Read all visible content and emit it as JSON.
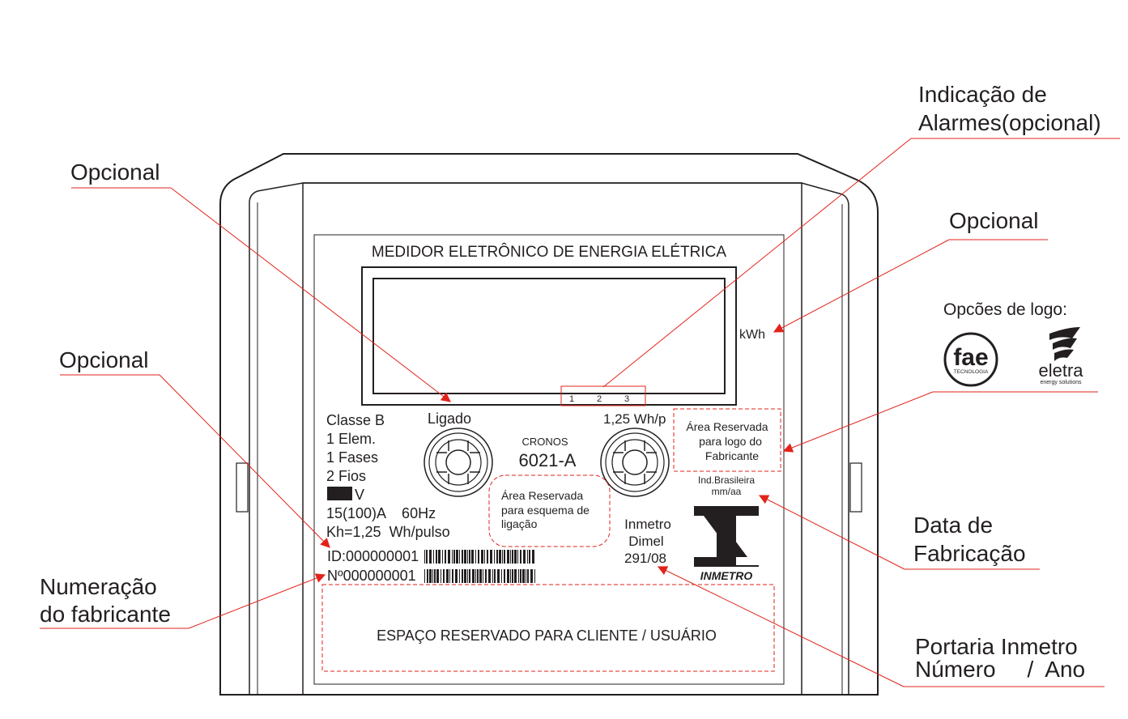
{
  "meter": {
    "title": "MEDIDOR ELETRÔNICO DE ENERGIA ELÉTRICA",
    "unit": "kWh",
    "alarm_numbers": [
      "1",
      "2",
      "3"
    ],
    "ligado_label": "Ligado",
    "pulse_label": "1,25 Wh/p",
    "specs": [
      "Classe B",
      "1 Elem.",
      "1 Fases",
      "2 Fios"
    ],
    "voltage_suffix": "V",
    "current_freq": "15(100)A    60Hz",
    "kh": "Kh=1,25  Wh/pulso",
    "brand": "CRONOS",
    "model": "6021-A",
    "logo_area": [
      "Área Reservada",
      "para logo do",
      "Fabricante"
    ],
    "scheme_area": [
      "Área Reservada",
      "para esquema de",
      "ligação"
    ],
    "ind_brasileira": "Ind.Brasileira",
    "date_format": "mm/aa",
    "inmetro_lines": [
      "Inmetro",
      "Dimel",
      "291/08"
    ],
    "inmetro_brand": "INMETRO",
    "id_label": "ID:000000001",
    "serial_label": "Nº000000001",
    "client_area": "ESPAÇO RESERVADO PARA CLIENTE / USUÁRIO"
  },
  "callouts": {
    "optional_top": "Opcional",
    "alarms": [
      "Indicação de",
      "Alarmes(opcional)"
    ],
    "optional_right": "Opcional",
    "optional_left": "Opcional",
    "logo_options": "Opcões de logo:",
    "fae_logo": "fae",
    "fae_sub": "TECNOLOGIA",
    "eletra_logo": "eletra",
    "eletra_sub": "energy solutions",
    "manufacture_date": [
      "Data de",
      "Fabricação"
    ],
    "manufacturer_number": [
      "Numeração",
      "do fabricante"
    ],
    "inmetro_ordinance": [
      "Portaria Inmetro",
      "Número     /  Ano"
    ]
  },
  "colors": {
    "ink": "#231f20",
    "accent_red": "#e2231a"
  }
}
